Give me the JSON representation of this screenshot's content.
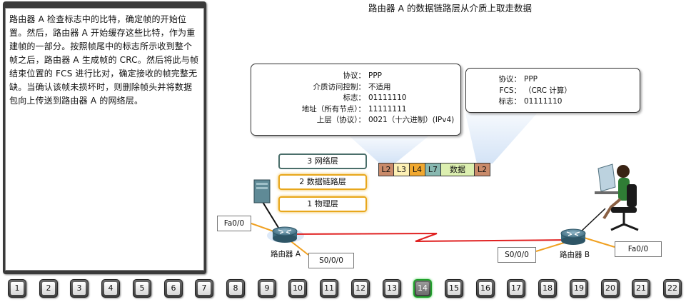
{
  "text_panel": {
    "body": "路由器 A 检查标志中的比特，确定帧的开始位置。然后，路由器 A 开始缓存这些比特，作为重建帧的一部分。按照帧尾中的标志所示收到整个帧之后，路由器 A 生成帧的 CRC。然后将此与帧结束位置的 FCS 进行比对，确定接收的帧完整无缺。当确认该帧未损坏时，则删除帧头并将数据包向上传送到路由器 A 的网络层。"
  },
  "diagram": {
    "title": "路由器 A 的数据链路层从介质上取走数据",
    "header_callout": {
      "rows": [
        {
          "key": "协议：",
          "value": "PPP"
        },
        {
          "key": "介质访问控制：",
          "value": "不适用"
        },
        {
          "key": "标志：",
          "value": "01111110"
        },
        {
          "key": "地址（所有节点）：",
          "value": "11111111"
        },
        {
          "key": "上层（协议）：",
          "value": "0021（十六进制）(IPv4)"
        }
      ]
    },
    "trailer_callout": {
      "rows": [
        {
          "key": "协议：",
          "value": "PPP"
        },
        {
          "key": "FCS：",
          "value": "（CRC 计算）"
        },
        {
          "key": "标志：",
          "value": "01111110"
        }
      ]
    },
    "layers": [
      {
        "label": "3 网络层",
        "active": false
      },
      {
        "label": "2 数据链路层",
        "active": true
      },
      {
        "label": "1 物理层",
        "active": true
      }
    ],
    "frame_segments": [
      {
        "label": "L2",
        "color": "#c98a6a"
      },
      {
        "label": "L3",
        "color": "#fdf0b4"
      },
      {
        "label": "L4",
        "color": "#f0a830"
      },
      {
        "label": "L7",
        "color": "#88b8b0"
      },
      {
        "label": "数据",
        "color": "#dcefb0"
      },
      {
        "label": "L2",
        "color": "#c98a6a"
      }
    ],
    "interfaces": {
      "router_a_fa": "Fa0/0",
      "router_a_s": "S0/0/0",
      "router_b_s": "S0/0/0",
      "router_b_fa": "Fa0/0"
    },
    "router_a_label": "路由器 A",
    "router_b_label": "路由器 B",
    "colors": {
      "link": "#e02020",
      "cable": "#f0a020",
      "active_border": "#e8a71c"
    }
  },
  "navigation": {
    "current": "14",
    "buttons": [
      "1",
      "2",
      "3",
      "4",
      "5",
      "6",
      "7",
      "8",
      "9",
      "10",
      "11",
      "12",
      "13",
      "14",
      "15",
      "16",
      "17",
      "18",
      "19",
      "20",
      "21",
      "22"
    ]
  }
}
